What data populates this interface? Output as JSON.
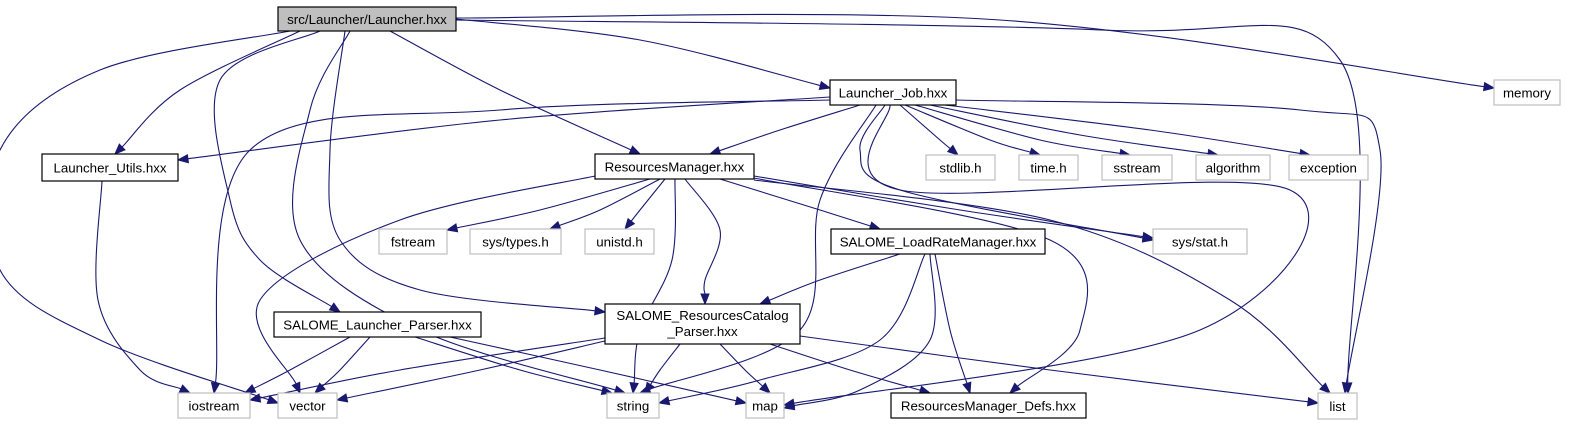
{
  "diagram": {
    "type": "include-dependency-graph",
    "colors": {
      "edge": "#191970",
      "root_fill": "#bfbfbf",
      "local_border": "#000000",
      "system_border": "#bfbfbf"
    },
    "nodes": [
      {
        "id": "launcher",
        "label": "src/Launcher/Launcher.hxx",
        "kind": "root"
      },
      {
        "id": "launcher_job",
        "label": "Launcher_Job.hxx",
        "kind": "local"
      },
      {
        "id": "memory",
        "label": "memory",
        "kind": "system"
      },
      {
        "id": "launcher_utils",
        "label": "Launcher_Utils.hxx",
        "kind": "local"
      },
      {
        "id": "resources_manager",
        "label": "ResourcesManager.hxx",
        "kind": "local"
      },
      {
        "id": "stdlib",
        "label": "stdlib.h",
        "kind": "system"
      },
      {
        "id": "time",
        "label": "time.h",
        "kind": "system"
      },
      {
        "id": "sstream",
        "label": "sstream",
        "kind": "system"
      },
      {
        "id": "algorithm",
        "label": "algorithm",
        "kind": "system"
      },
      {
        "id": "exception",
        "label": "exception",
        "kind": "system"
      },
      {
        "id": "fstream",
        "label": "fstream",
        "kind": "system"
      },
      {
        "id": "sys_types",
        "label": "sys/types.h",
        "kind": "system"
      },
      {
        "id": "unistd",
        "label": "unistd.h",
        "kind": "system"
      },
      {
        "id": "load_rate_manager",
        "label": "SALOME_LoadRateManager.hxx",
        "kind": "local"
      },
      {
        "id": "sys_stat",
        "label": "sys/stat.h",
        "kind": "system"
      },
      {
        "id": "launcher_parser",
        "label": "SALOME_Launcher_Parser.hxx",
        "kind": "local"
      },
      {
        "id": "catalog_parser",
        "label": "SALOME_ResourcesCatalog",
        "label2": "_Parser.hxx",
        "kind": "local"
      },
      {
        "id": "iostream",
        "label": "iostream",
        "kind": "system"
      },
      {
        "id": "vector",
        "label": "vector",
        "kind": "system"
      },
      {
        "id": "string",
        "label": "string",
        "kind": "system"
      },
      {
        "id": "map",
        "label": "map",
        "kind": "system"
      },
      {
        "id": "rm_defs",
        "label": "ResourcesManager_Defs.hxx",
        "kind": "local"
      },
      {
        "id": "list",
        "label": "list",
        "kind": "system"
      }
    ],
    "edges": [
      {
        "from": "launcher",
        "to": "launcher_job"
      },
      {
        "from": "launcher",
        "to": "memory"
      },
      {
        "from": "launcher",
        "to": "launcher_utils"
      },
      {
        "from": "launcher",
        "to": "resources_manager"
      },
      {
        "from": "launcher",
        "to": "vector"
      },
      {
        "from": "launcher",
        "to": "launcher_parser"
      },
      {
        "from": "launcher",
        "to": "string"
      },
      {
        "from": "launcher",
        "to": "catalog_parser"
      },
      {
        "from": "launcher",
        "to": "list"
      },
      {
        "from": "launcher_job",
        "to": "launcher_utils"
      },
      {
        "from": "launcher_job",
        "to": "resources_manager"
      },
      {
        "from": "launcher_job",
        "to": "iostream"
      },
      {
        "from": "launcher_job",
        "to": "string"
      },
      {
        "from": "launcher_job",
        "to": "stdlib"
      },
      {
        "from": "launcher_job",
        "to": "time"
      },
      {
        "from": "launcher_job",
        "to": "sstream"
      },
      {
        "from": "launcher_job",
        "to": "algorithm"
      },
      {
        "from": "launcher_job",
        "to": "exception"
      },
      {
        "from": "launcher_job",
        "to": "sys_stat"
      },
      {
        "from": "launcher_job",
        "to": "map"
      },
      {
        "from": "launcher_job",
        "to": "list"
      },
      {
        "from": "launcher_utils",
        "to": "iostream"
      },
      {
        "from": "resources_manager",
        "to": "fstream"
      },
      {
        "from": "resources_manager",
        "to": "sys_types"
      },
      {
        "from": "resources_manager",
        "to": "unistd"
      },
      {
        "from": "resources_manager",
        "to": "load_rate_manager"
      },
      {
        "from": "resources_manager",
        "to": "sys_stat"
      },
      {
        "from": "resources_manager",
        "to": "catalog_parser"
      },
      {
        "from": "resources_manager",
        "to": "vector"
      },
      {
        "from": "resources_manager",
        "to": "string"
      },
      {
        "from": "resources_manager",
        "to": "rm_defs"
      },
      {
        "from": "resources_manager",
        "to": "list"
      },
      {
        "from": "load_rate_manager",
        "to": "catalog_parser"
      },
      {
        "from": "load_rate_manager",
        "to": "string"
      },
      {
        "from": "load_rate_manager",
        "to": "map"
      },
      {
        "from": "load_rate_manager",
        "to": "rm_defs"
      },
      {
        "from": "launcher_parser",
        "to": "iostream"
      },
      {
        "from": "launcher_parser",
        "to": "vector"
      },
      {
        "from": "launcher_parser",
        "to": "string"
      },
      {
        "from": "launcher_parser",
        "to": "map"
      },
      {
        "from": "catalog_parser",
        "to": "iostream"
      },
      {
        "from": "catalog_parser",
        "to": "vector"
      },
      {
        "from": "catalog_parser",
        "to": "string"
      },
      {
        "from": "catalog_parser",
        "to": "map"
      },
      {
        "from": "catalog_parser",
        "to": "rm_defs"
      },
      {
        "from": "catalog_parser",
        "to": "list"
      }
    ]
  }
}
